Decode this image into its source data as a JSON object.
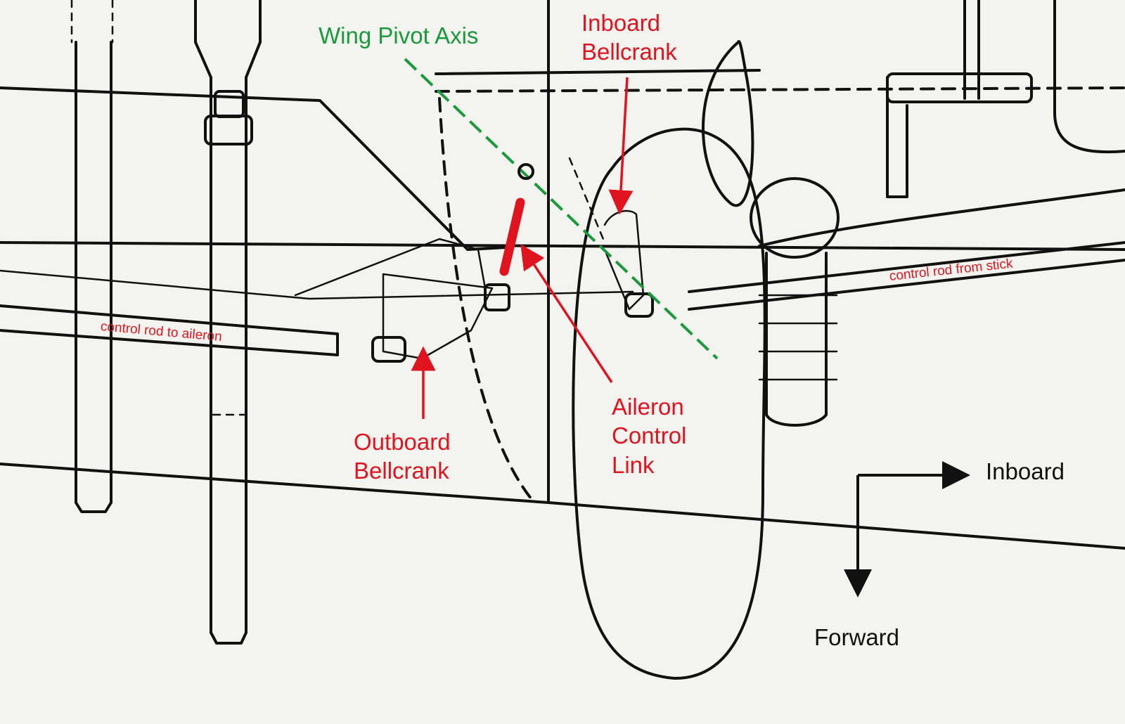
{
  "labels": {
    "wing_pivot_axis": "Wing Pivot Axis",
    "inboard_bellcrank_line1": "Inboard",
    "inboard_bellcrank_line2": "Bellcrank",
    "outboard_bellcrank_line1": "Outboard",
    "outboard_bellcrank_line2": "Bellcrank",
    "aileron_link_line1": "Aileron",
    "aileron_link_line2": "Control",
    "aileron_link_line3": "Link",
    "control_rod_to_aileron": "control rod to aileron",
    "control_rod_from_stick": "control rod from stick",
    "direction_inboard": "Inboard",
    "direction_forward": "Forward"
  },
  "colors": {
    "annotation_red": "#e0141e",
    "pivot_axis_green": "#1a9a3a",
    "linework": "#111111",
    "paper": "#f3f3f0"
  }
}
